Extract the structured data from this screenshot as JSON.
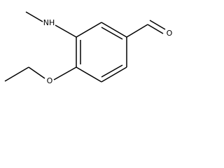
{
  "molecule": {
    "labels": {
      "amine": "NH",
      "ether_oxygen": "O",
      "carbonyl_oxygen": "O"
    },
    "colors": {
      "bond": "#000000",
      "background": "#ffffff"
    }
  }
}
